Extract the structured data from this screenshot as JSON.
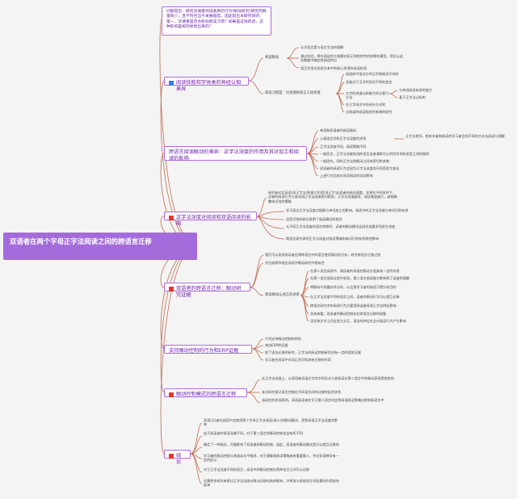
{
  "root": {
    "title": "双语者在两个字母正字法阅读之间的跨语言迁移"
  },
  "intro": {
    "text": "问题提出：研究双语者阅读素质的行为(眼动研究)研究的数量很少，且不符合当今发展趋势。因此提出本研究目的：第一，双语者是否会影响阅读习惯？如果是这样的话，这种影响是如何体现出来的？"
  },
  "b1": {
    "title": "阅读技能和字体类的神经认知差异",
    "g1_label": "阅读眼动",
    "g1_items": [
      "认识语言是与语言字法的理解",
      "通过实验，将在阅读的大规模对双正则相关性的效果的模型，然后从这些数据中确定其阅读特点",
      "相互作用对阅读文本中的核心作用的阅读机理"
    ],
    "g2_label": "阅读习惯是：对语境和语言工程师意",
    "g2_items": [
      "阅读前中某对方的汉字和阅读字母的",
      "读者对于汉字的形状不同的变化",
      "文字的关键认知能力的注意力方法",
      "在正字母文中的另外方式的",
      "对阅读的阅读相关的来源的研究"
    ],
    "g2_sub": [
      "与单词阅读有关的能力",
      "基于正字法认知的"
    ]
  },
  "b2": {
    "title": "跨语言阅读眼动的差异：正字法深度的作用及其对加工和阅读的影响",
    "items": [
      "单语和双语者的阅读眼动",
      "心理语言学和正字法深度的关系",
      "正字法深度不同，阅读策略不同",
      "一般而言，正字法深度较浅的语言读者通常可以利用字母和语音之间的规则",
      "一般研究，同时正字法和眼动之间有密切的关联",
      "双语者的阅读行为会因为正字法深度的不同而发生变化",
      "上述行为比较对双语阅读的实际影响"
    ],
    "side": "正字法差异，相关学者和阅读的学习者会用不同的方式去阅读与理解"
  },
  "b3": {
    "title": "正字法深度对阅读和双语阅读的影响",
    "lead": "研究者对比英语(深正字法)和意大利语(浅正字法)读者的阅读速度，发现在不同条件下，读者的阅读行为与其母语正字法深度密切相关；正字法深度越深，阅读难度越大，越依赖整体识别的策略",
    "items": [
      "学习语言正字法深度对理解与单词加工的影响，阅读中的正字法深度与单词识别有关",
      "语音识别的研究表明了阅读模式的差异",
      "从不同正字法深度的语言转换时，读者的眼动模式会因任务要求而发生改变",
      "跨语言研究表明正字法深度对阅读策略和单词识别有系统性影响"
    ]
  },
  "b4": {
    "title": "双语者的跨语言迁移：眼动研究证据",
    "lead1": "我们可以采用阅读者在两种语言中的语言使用情况的分析，研究跨语言迁移过程",
    "lead2": "并比较两种语言阅读中眼动研究中相似性",
    "label": "阅读眼动与语言的关系",
    "items": [
      "在第二语言阅读中，阅读者的母语在眼动方面具有一定的作用",
      "在第一语言阅读过程中发现，第二语言阅读能力影响到了读者的理解",
      "将眼动中测量技术分析，以达到学习者的阅读习惯分析目的",
      "在正字法深度不同的语言之间，读者的眼动行为可以相互迁移",
      "跨语言研究中的阅读行为主要受阅读者母语正字法特征影响",
      "总体来看，双语者的眼动控制存在跨语言迁移的现象",
      "语言和文字之间会发生交互，语言的特征也会对阅读行为产生影响"
    ]
  },
  "b5": {
    "title": "支持眼动控制的行为和ERP证据",
    "items": [
      "介绍支持眼动控制的研究",
      "来自ERP的证据",
      "除了语法迁移的研究，正字法的阅读控制研究也有一定的相关证据",
      "学习者在阅读中对词汇的识别具有迁移的作用"
    ]
  },
  "b6": {
    "title": "眼动控制模式的跨语言迁移",
    "items": [
      "在正字法深度上，以双语者母语文字的字形形式与其阅读在第二语言中的眼动表现是相关的",
      "本次研究探讨语言控制在不同语言间的迁移特征的关系",
      "该研究的发现表明，双语阅读者在学习第二语言时会将母语阅读策略迁移到新语言中"
    ]
  },
  "b7": {
    "title": "结论",
    "items": [
      "双语(汉)者在阅读中会使用两个字母正字法阅读(成人)的眼动模式，受到母语正字法深度的影响",
      "由于阅读者的母语深度不同，对于第二语言的眼动控制也会有所不同",
      "确定了一种观点，可能影响了双语者的眼动控制，因此，双语者的眼动模式是可以相互迁移的",
      "学习者的眼动控制与其阅读水平相关，对于理解其阅读策略具有重要意义，并对双语教学有一定的启示",
      "对于正字法深度不同的语言，阅读中的眼动控制在两种语言之间可以迁移",
      "还需更多研究来探讨正字法深度对眼动迁移的具体影响，并将其与其他语言学因素的作用结合起来"
    ]
  }
}
